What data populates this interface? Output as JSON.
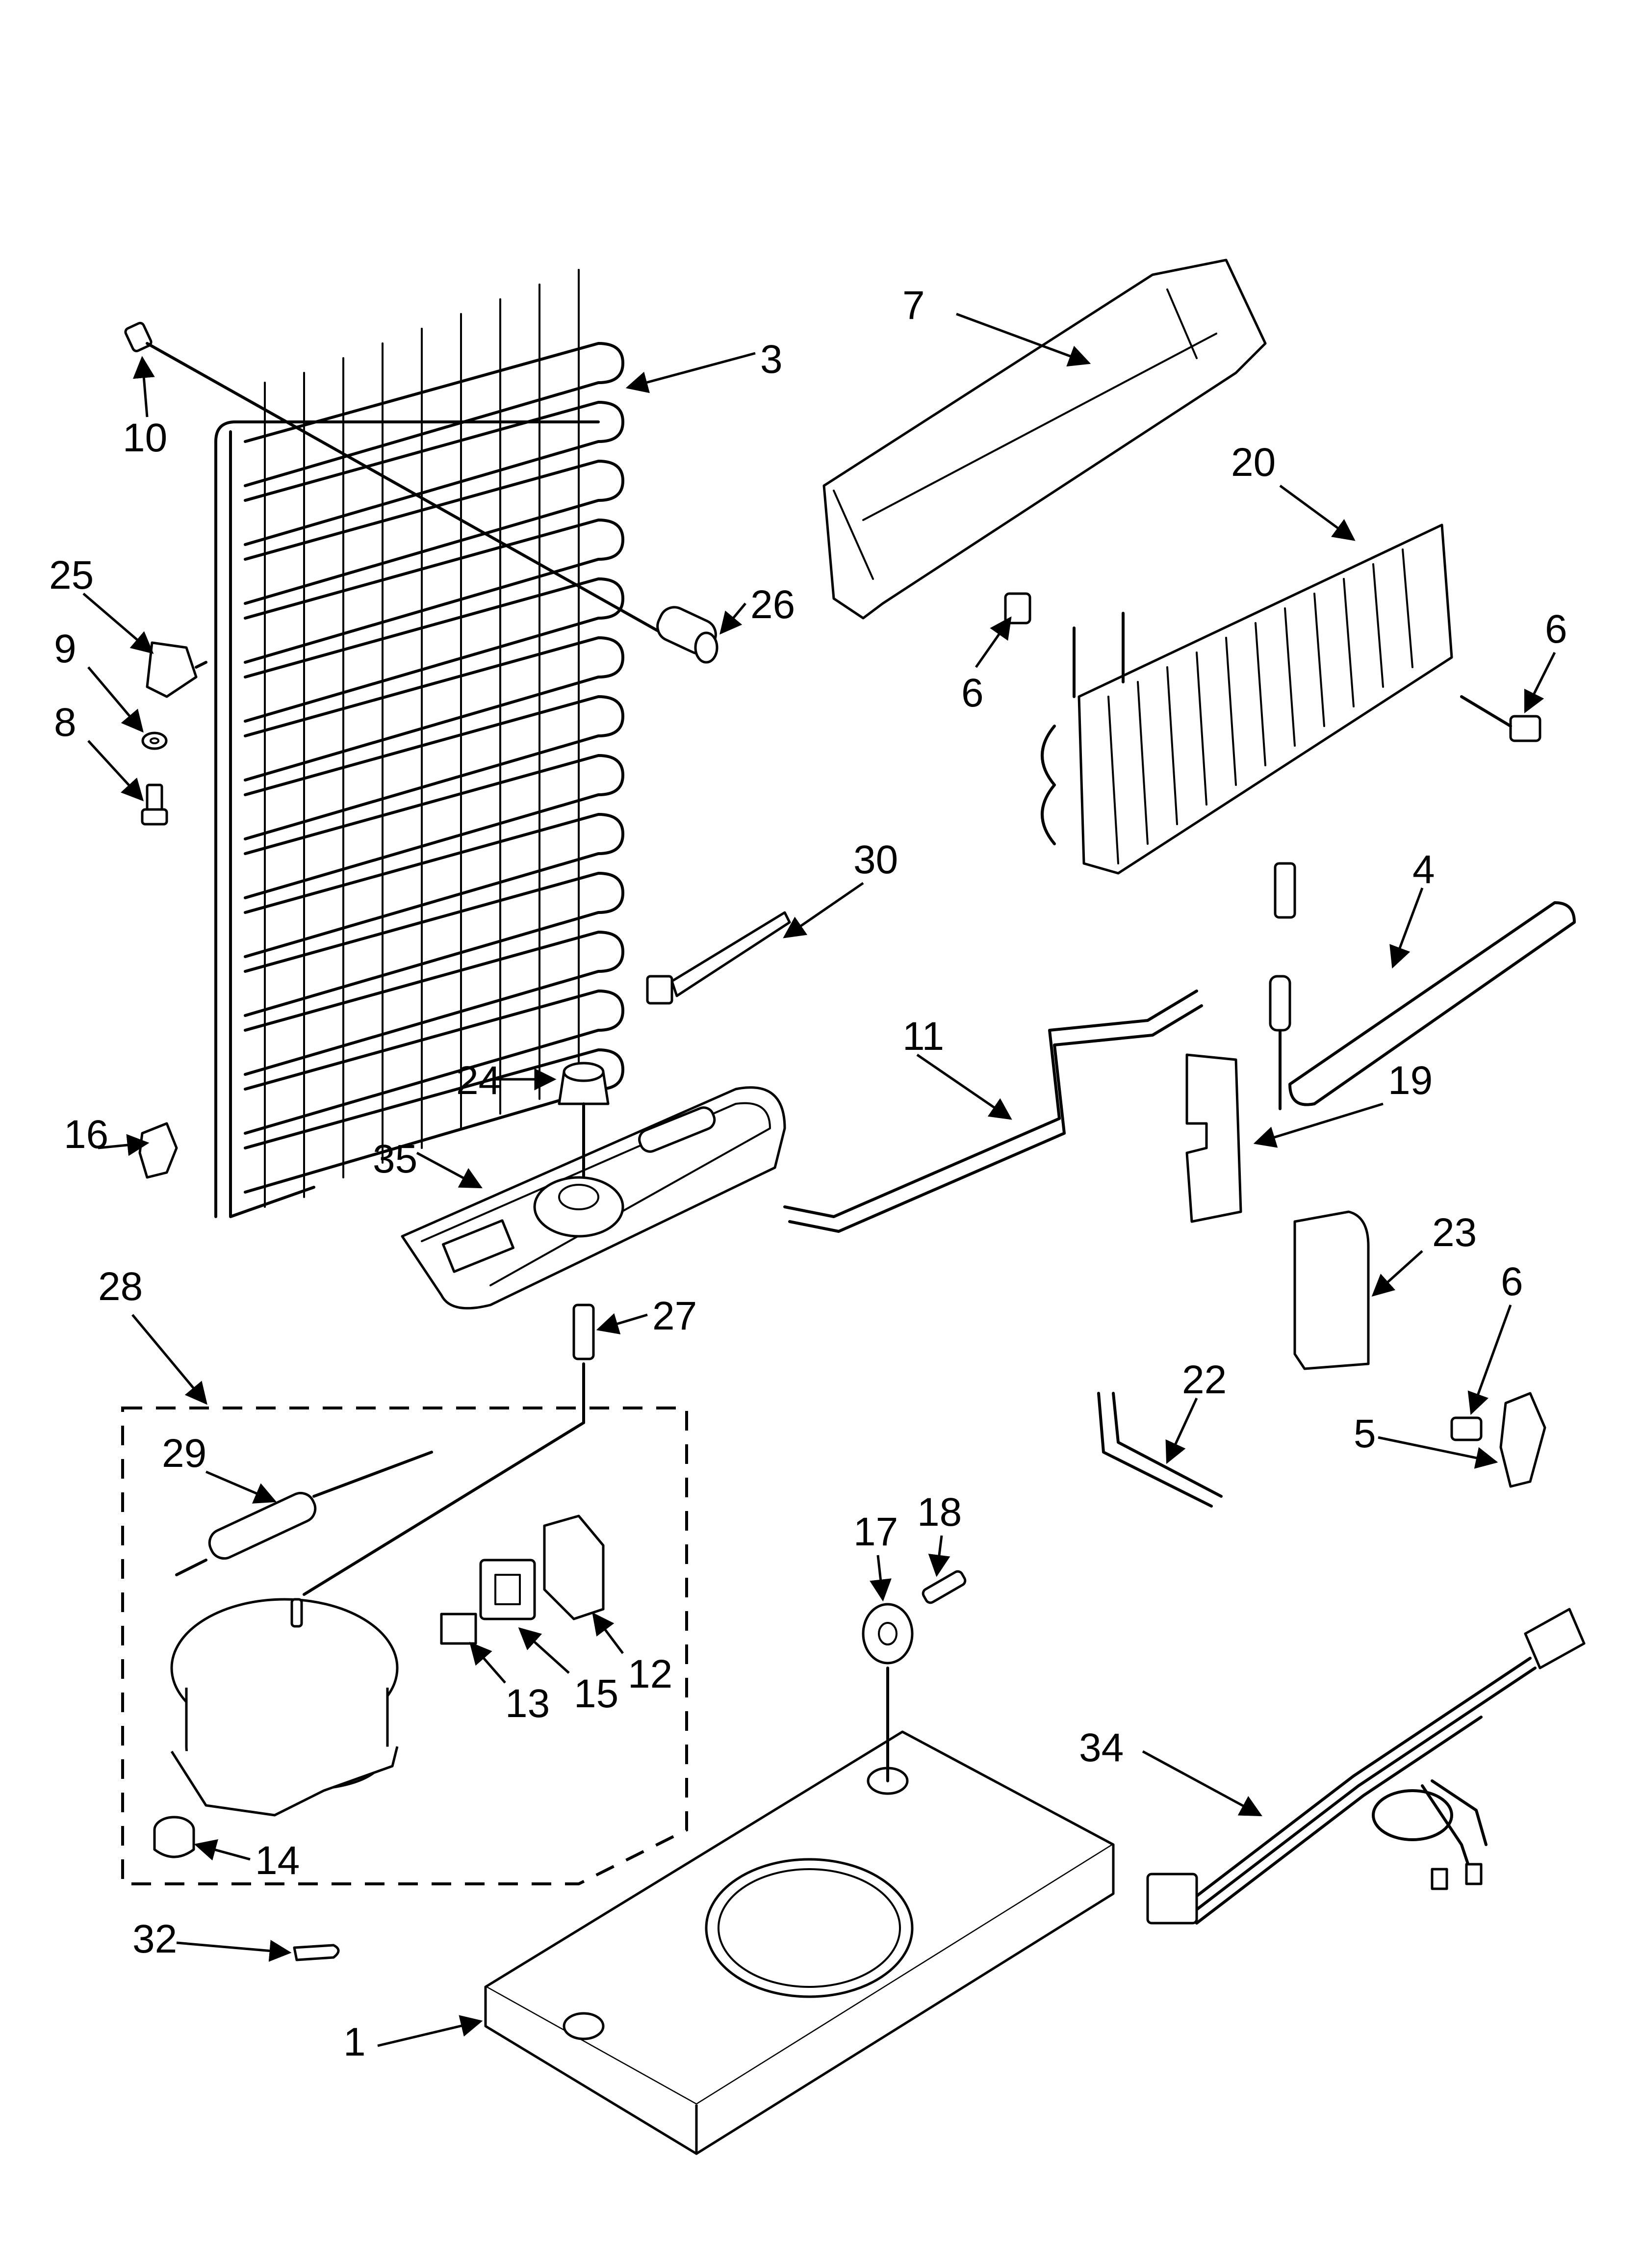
{
  "callouts": {
    "c1": "1",
    "c3": "3",
    "c4": "4",
    "c5": "5",
    "c6a": "6",
    "c6b": "6",
    "c6c": "6",
    "c7": "7",
    "c8": "8",
    "c9": "9",
    "c10": "10",
    "c11": "11",
    "c12": "12",
    "c13": "13",
    "c14": "14",
    "c15": "15",
    "c16": "16",
    "c17": "17",
    "c18": "18",
    "c19": "19",
    "c20": "20",
    "c22": "22",
    "c23": "23",
    "c24": "24",
    "c25": "25",
    "c26": "26",
    "c27": "27",
    "c28": "28",
    "c29": "29",
    "c30": "30",
    "c32": "32",
    "c34": "34",
    "c35": "35"
  },
  "icons": {
    "arrowhead": "arrowhead-icon"
  }
}
